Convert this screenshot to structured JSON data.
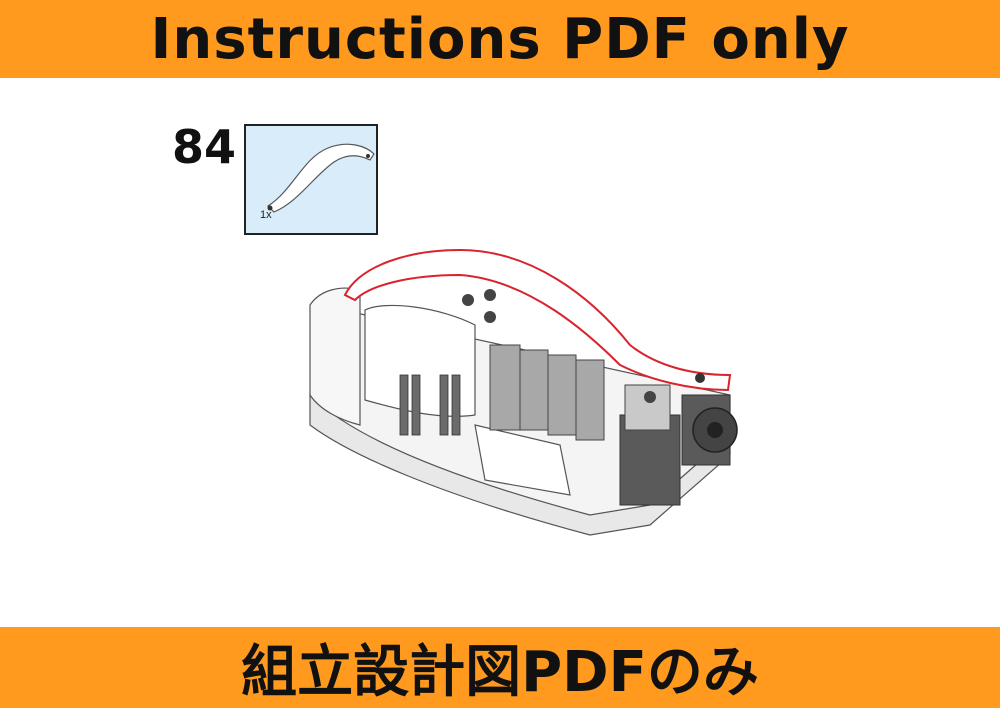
{
  "header": {
    "text": "Instructions PDF only"
  },
  "footer": {
    "text": "組立設計図PDFのみ"
  },
  "step": {
    "number": "84"
  },
  "parts_callout": {
    "quantity": "1x",
    "part_icon": "curved-wing-panel-icon"
  },
  "model": {
    "icon": "lego-assembly-illustration"
  },
  "colors": {
    "banner": "#ff9a1f",
    "callout_bg": "#d8ecfa",
    "highlight": "#d9232d"
  }
}
